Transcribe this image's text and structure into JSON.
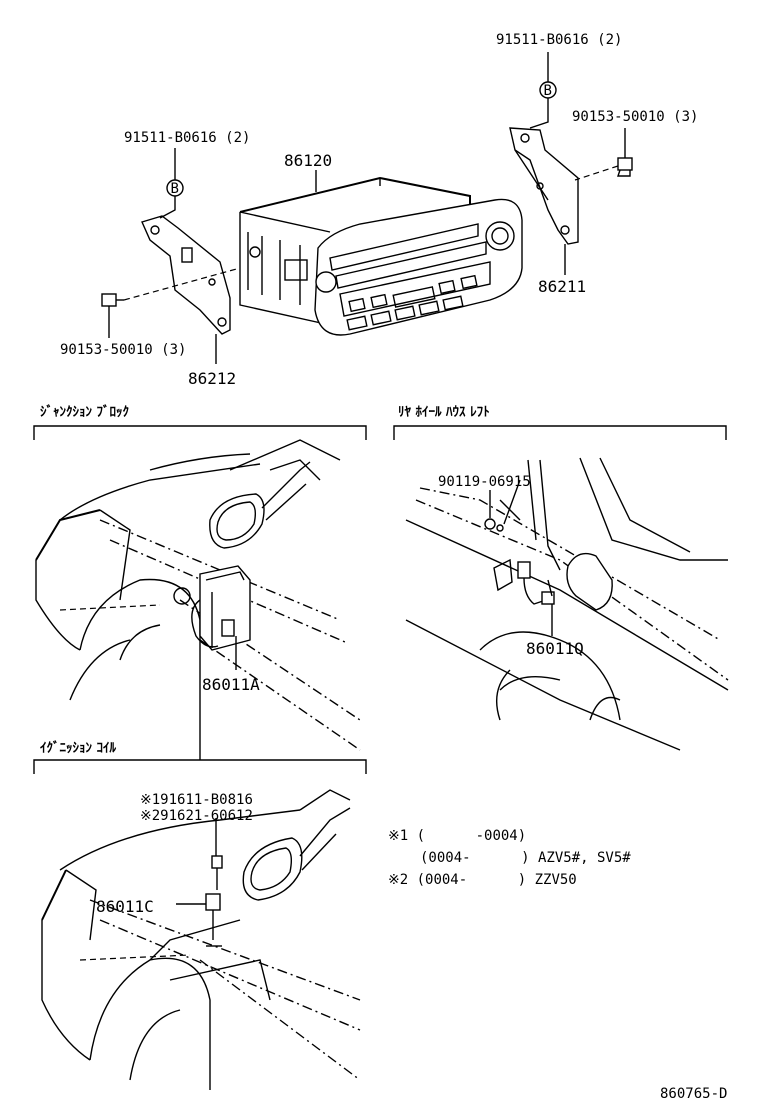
{
  "top": {
    "unit_part": "86120",
    "bracket_right": "86211",
    "bracket_left": "86212",
    "bolt_right_upper": "91511-B0616 (2)",
    "bolt_left_upper": "91511-B0616 (2)",
    "bolt_right": "90153-50010 (3)",
    "bolt_left": "90153-50010 (3)",
    "callout_letter": "B"
  },
  "sections": {
    "junction_block": {
      "title": "ｼﾞｬﾝｸｼｮﾝ ﾌﾞﾛｯｸ",
      "part": "86011A"
    },
    "rear_wheel_house": {
      "title": "ﾘﾔ ﾎｲｰﾙ ﾊｳｽ ﾚﾌﾄ",
      "part": "86011Q",
      "bolt": "90119-06915"
    },
    "ignition_coil": {
      "title": "ｲｸﾞﾆｯｼｮﾝ ｺｲﾙ",
      "part": "86011C",
      "bolt1": "※191611-B0816",
      "bolt2": "※291621-60612"
    }
  },
  "notes": {
    "line1": "※1 (      -0004)",
    "line2": "(0004-      ) AZV5#, SV5#",
    "line3": "※2 (0004-      ) ZZV50"
  },
  "diagram_id": "860765-D"
}
